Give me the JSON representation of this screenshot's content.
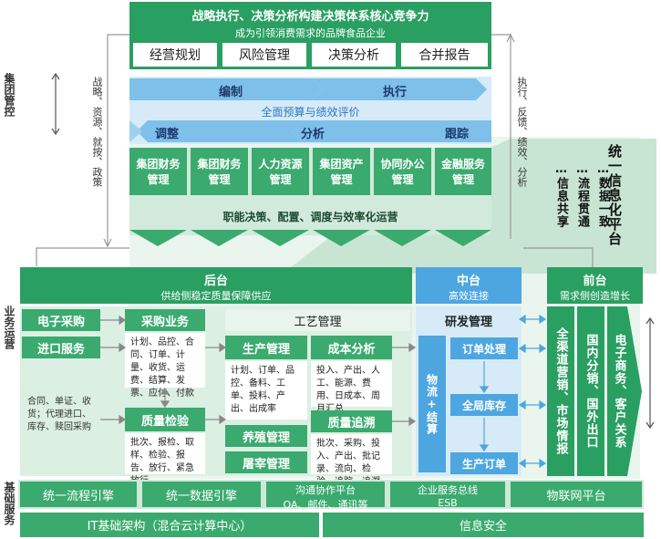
{
  "top": {
    "title": "战略执行、决策分析构建决策体系核心竞争力",
    "subtitle": "成为引领消费需求的品牌食品企业",
    "boxes": [
      "经营规划",
      "风险管理",
      "决策分析",
      "合并报告"
    ]
  },
  "left_labels": {
    "group": "集团管控",
    "business": "业务运营",
    "infra": "基础服务"
  },
  "left_flow": "战略、资源、就按、政策",
  "right_flow": "执行、反馈、绩效、分析",
  "cycle": {
    "top_left": "编制",
    "top_right": "执行",
    "center": "全面预算与绩效评价",
    "bottom_left": "调整",
    "bottom_mid": "分析",
    "bottom_right": "跟踪"
  },
  "group_modules": [
    "集团财务管理",
    "集团财务管理",
    "人力资源管理",
    "集团资产管理",
    "协同办公管理",
    "金融服务管理"
  ],
  "group_functions": "职能决策、配置、调度与效率化运营",
  "platform": {
    "title": "统一信息化平台",
    "items": [
      "数据一致",
      "流程贯通",
      "信息共享"
    ]
  },
  "backend": {
    "title": "后台",
    "subtitle": "供给侧稳定质量保障供应",
    "ecommerce_purchase": "电子采购",
    "import_service": "进口服务",
    "left_detail": "合同、单证、收货；代理进口、库存、赎回采购",
    "purchase": "采购业务",
    "purchase_detail": "计划、品控、合同、订单、计量、收货、运费、结算、发票、应付、付款",
    "quality_check": "质量检验",
    "quality_check_detail": "批次、报检、取样、检验、报告、放行、紧急放行",
    "craft": "工艺管理",
    "production": "生产管理",
    "production_detail": "计划、订单、品控、备料、工单、投料、产出、出成率",
    "cost": "成本分析",
    "cost_detail": "投入、产出、人工、能源、费用、日成本、周月汇总",
    "farming": "养殖管理",
    "slaughter": "屠宰管理",
    "trace": "质量追溯",
    "trace_detail": "批次、采购、投入、产出、批记录、流向、检验、追踪、追溯"
  },
  "middle": {
    "title": "中台",
    "subtitle": "高效连接",
    "rd": "研发管理",
    "logistics": "物流+结算",
    "order_processing": "订单处理",
    "global_inventory": "全局库存",
    "production_order": "生产订单"
  },
  "front": {
    "title": "前台",
    "subtitle": "需求侧创造增长",
    "cols": [
      "全渠道营销、市场情报",
      "国内分销、国外出口",
      "电子商务、客户关系"
    ]
  },
  "infra_row1": [
    {
      "label": "统一流程引擎"
    },
    {
      "label": "统一数据引擎"
    },
    {
      "label": "沟通协作平台",
      "sub": "OA、邮件、通讯等"
    },
    {
      "label": "企业服务总线",
      "sub": "ESB"
    },
    {
      "label": "物联网平台"
    }
  ],
  "infra_row2": [
    "IT基础架构（混合云计算中心）",
    "信息安全"
  ],
  "colors": {
    "green_dark": "#2a9f62",
    "green_pale": "#dcefe3",
    "blue": "#4da6e0",
    "blue_pale": "#d6ebf7"
  }
}
